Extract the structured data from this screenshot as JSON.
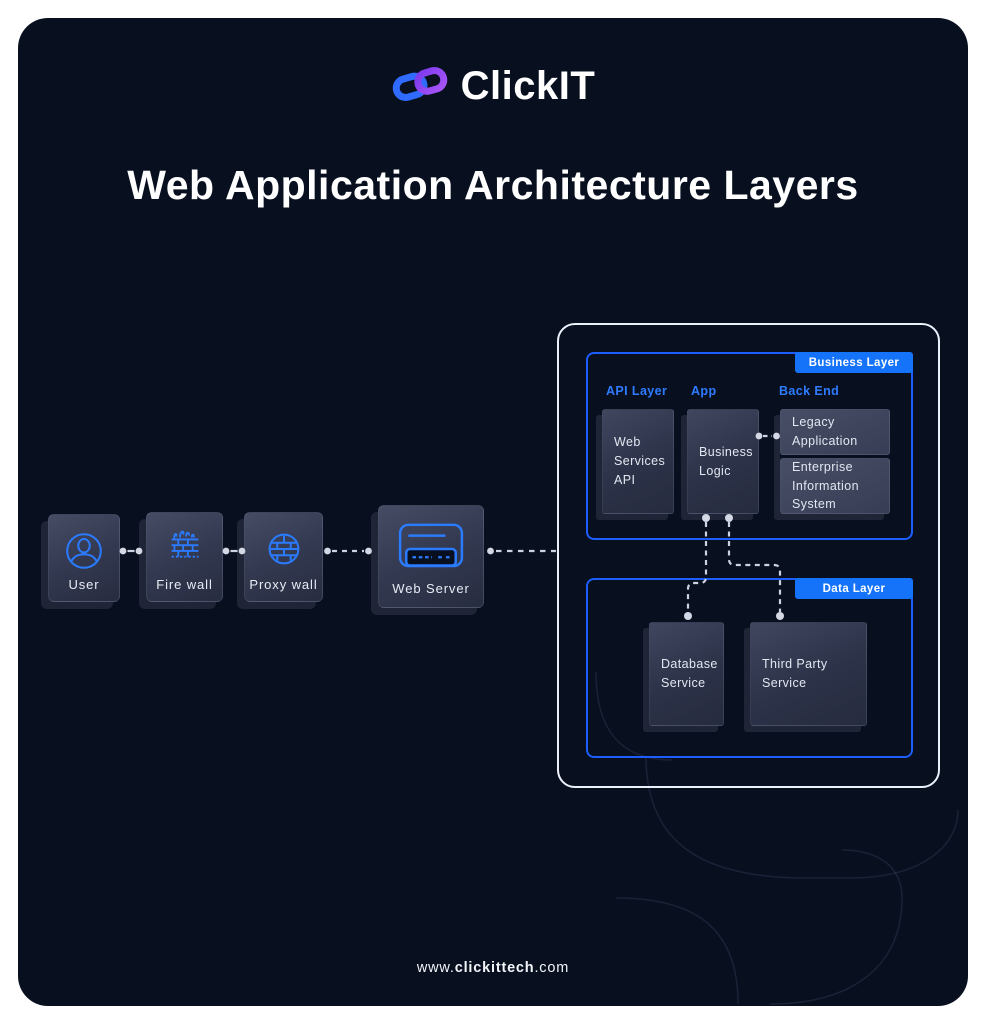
{
  "brand": {
    "logo_text": "ClickIT",
    "logo_icon": "chain-link-icon",
    "icon_colors": {
      "left_link": "#2f6bff",
      "right_link": "#8b5cf6"
    }
  },
  "title": "Web Application Architecture Layers",
  "flow": {
    "nodes": [
      {
        "label": "User",
        "icon": "user-icon"
      },
      {
        "label": "Fire wall",
        "icon": "firewall-icon"
      },
      {
        "label": "Proxy wall",
        "icon": "proxy-wall-icon"
      },
      {
        "label": "Web Server",
        "icon": "web-server-icon"
      }
    ]
  },
  "business_layer": {
    "tab": "Business Layer",
    "columns": [
      {
        "label": "API Layer"
      },
      {
        "label": "App"
      },
      {
        "label": "Back End"
      }
    ],
    "boxes": {
      "api": "Web Services API",
      "app": "Business Logic",
      "backend": [
        "Legacy Application",
        "Enterprise Information System"
      ]
    }
  },
  "data_layer": {
    "tab": "Data Layer",
    "boxes": [
      "Database Service",
      "Third Party Service"
    ]
  },
  "footer": {
    "prefix": "www.",
    "domain": "clickittech",
    "suffix": ".com"
  },
  "colors": {
    "background": "#081020",
    "accent_blue": "#1573fa",
    "border_blue": "#1d5dfb",
    "icon_blue": "#2b7bff",
    "container_border": "#ecf0fb",
    "connector": "#ccd3e0"
  }
}
